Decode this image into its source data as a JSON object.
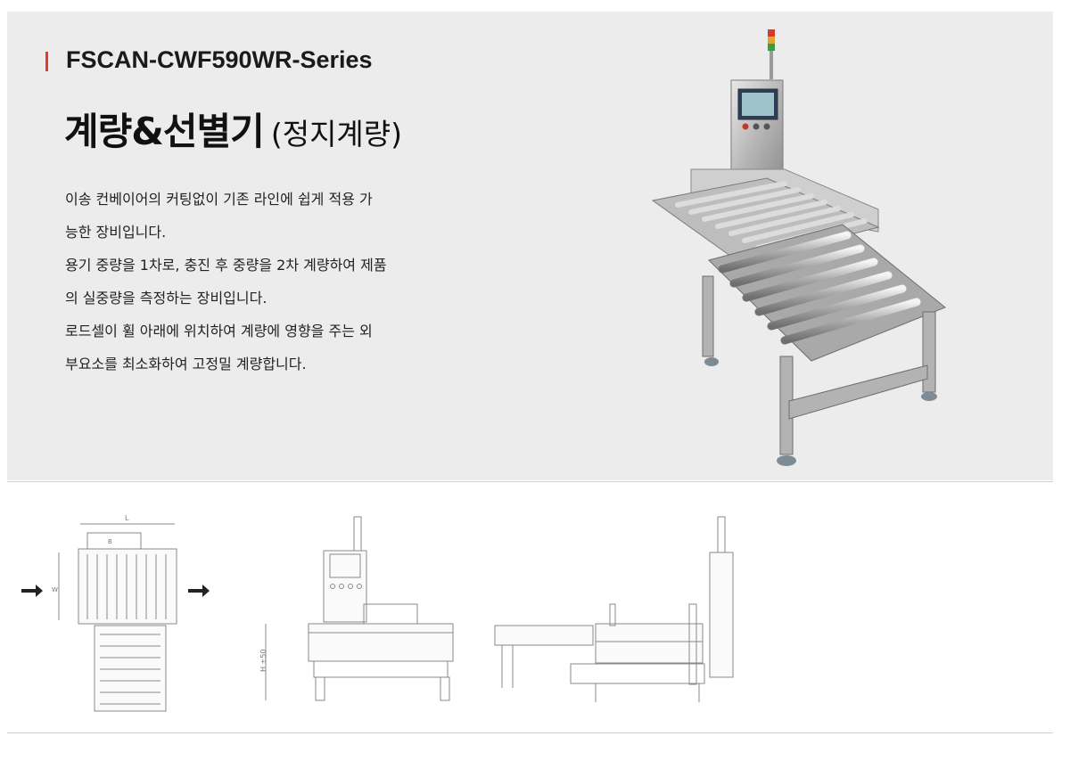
{
  "header": {
    "model": "FSCAN-CWF590WR-Series",
    "title_main": "계량&선별기",
    "title_sub": "(정지계량)"
  },
  "description": {
    "lines": [
      "이송 컨베이어의 커팅없이 기존 라인에 쉽게 적용 가",
      "능한 장비입니다.",
      "용기 중량을 1차로, 충진 후 중량을 2차 계량하여 제품",
      "의 실중량을 측정하는 장비입니다.",
      "로드셀이 휠 아래에 위치하여 계량에 영향을 주는 외",
      "부요소를 최소화하여 고정밀 계량합니다."
    ]
  },
  "drawings": {
    "top_view": {
      "dim_length": "L",
      "dim_width": "W",
      "dim_b": "B"
    },
    "front_view": {
      "dim_height": "H ±50"
    }
  },
  "colors": {
    "accent": "#e53a2b",
    "hero_bg": "#ececec",
    "stainless": "#c9c9c9"
  }
}
